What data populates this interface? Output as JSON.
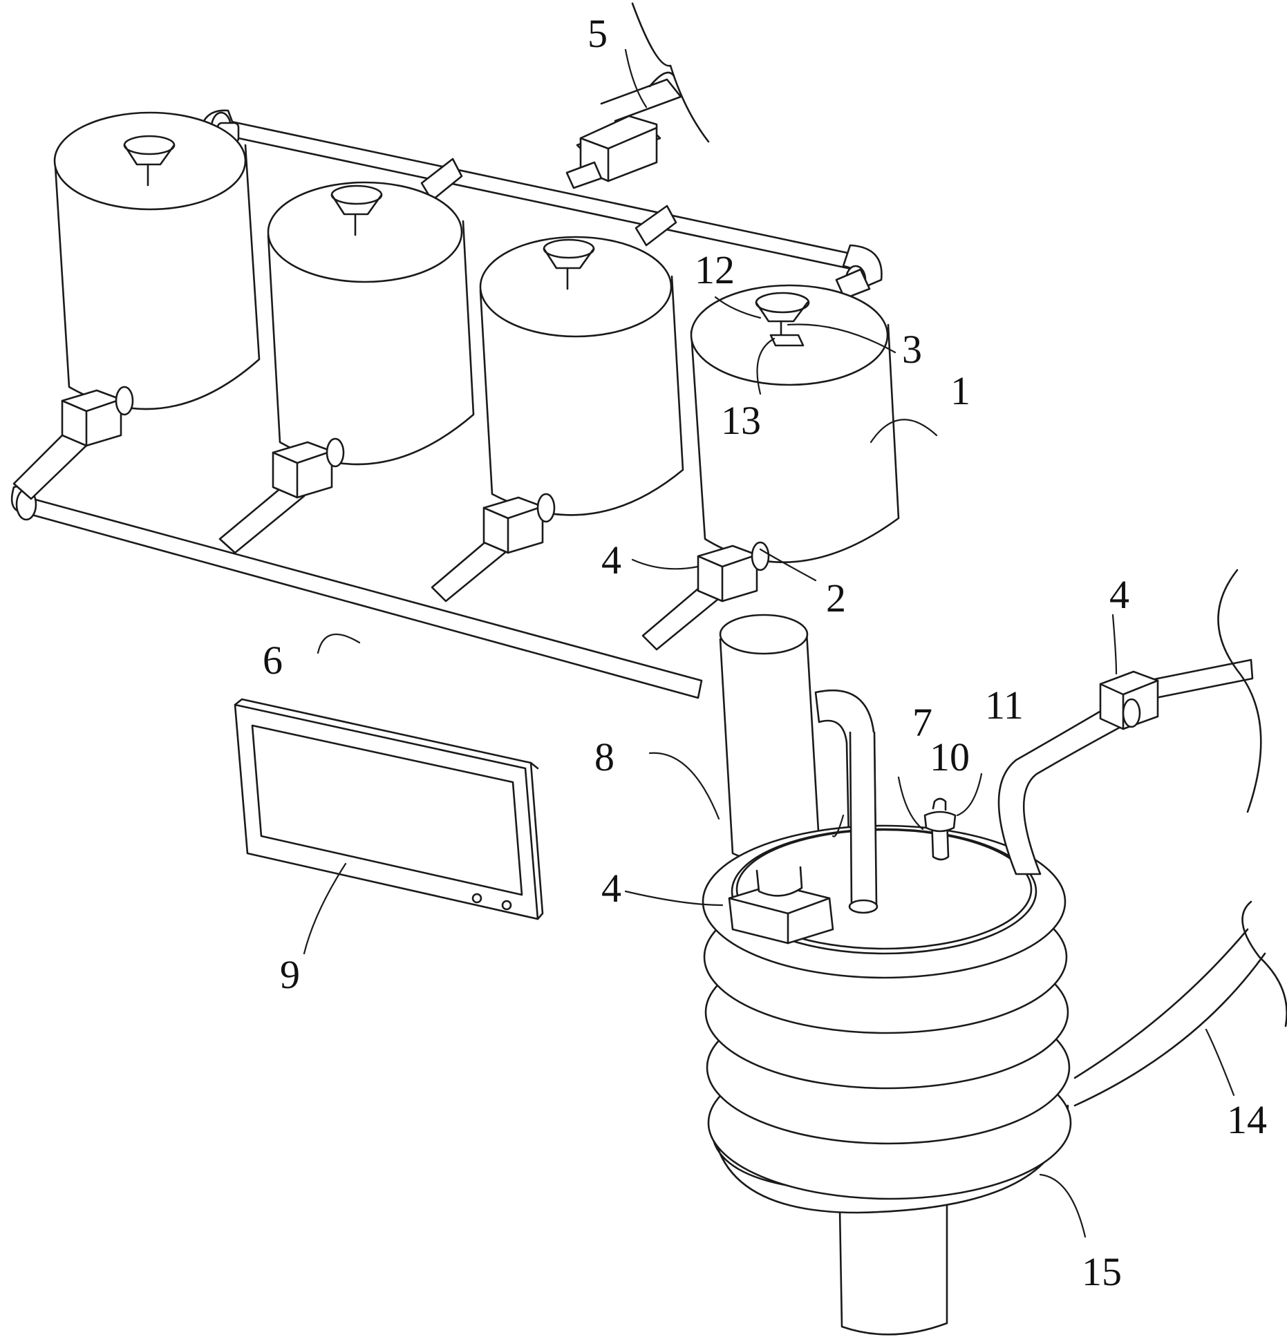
{
  "labels": {
    "n1": "1",
    "n2": "2",
    "n3": "3",
    "n4a": "4",
    "n4b": "4",
    "n4c": "4",
    "n5": "5",
    "n6": "6",
    "n7": "7",
    "n8": "8",
    "n9": "9",
    "n10": "10",
    "n11": "11",
    "n12": "12",
    "n13": "13",
    "n14": "14",
    "n15": "15"
  }
}
